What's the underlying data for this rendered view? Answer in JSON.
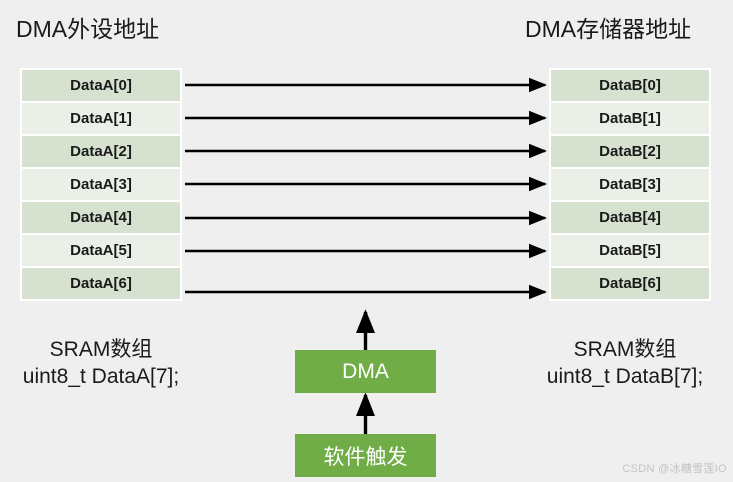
{
  "background_color": "#efefef",
  "titles": {
    "left": "DMA外设地址",
    "right": "DMA存储器地址"
  },
  "tables": {
    "left": {
      "name": "dma-peripheral-address-table",
      "rows": [
        "DataA[0]",
        "DataA[1]",
        "DataA[2]",
        "DataA[3]",
        "DataA[4]",
        "DataA[5]",
        "DataA[6]"
      ]
    },
    "right": {
      "name": "dma-memory-address-table",
      "rows": [
        "DataB[0]",
        "DataB[1]",
        "DataB[2]",
        "DataB[3]",
        "DataB[4]",
        "DataB[5]",
        "DataB[6]"
      ]
    },
    "row_colors": {
      "odd": "#d6e2cf",
      "even": "#eaefe8"
    },
    "transfer_arrow_count": 7
  },
  "flow": {
    "dma_box": "DMA",
    "trigger_box": "软件触发",
    "box_color": "#70ad47",
    "box_text_color": "#ffffff",
    "arrow_color": "#000000"
  },
  "captions": {
    "left_line1": "SRAM数组",
    "left_line2": "uint8_t DataA[7];",
    "right_line1": "SRAM数组",
    "right_line2": "uint8_t DataB[7];"
  },
  "watermark": "CSDN @冰糖雪莲IO"
}
